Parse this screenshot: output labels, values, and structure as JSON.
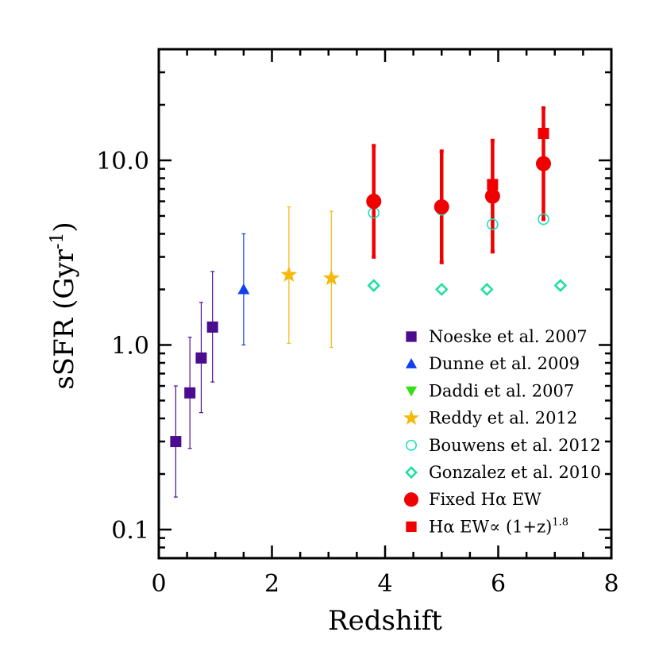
{
  "chart_data": {
    "type": "scatter",
    "xlabel": "Redshift",
    "ylabel_main": "sSFR (Gyr",
    "ylabel_sup": "-1",
    "ylabel_close": ")",
    "xlim": [
      0,
      8
    ],
    "ylim": [
      0.07,
      40
    ],
    "yscale": "log",
    "x_ticks": [
      0,
      2,
      4,
      6,
      8
    ],
    "x_tick_labels": [
      "0",
      "2",
      "4",
      "6",
      "8"
    ],
    "y_ticks": [
      0.1,
      1.0,
      10.0
    ],
    "y_tick_labels": [
      "0.1",
      "1.0",
      "10.0"
    ],
    "grid": false,
    "legend_position": "bottom-right",
    "series": [
      {
        "name": "Noeske et al. 2007",
        "marker": "square",
        "color": "#4B0C8F",
        "points": [
          {
            "x": 0.3,
            "y": 0.3,
            "ylow": 0.15,
            "yhigh": 0.6
          },
          {
            "x": 0.55,
            "y": 0.55,
            "ylow": 0.275,
            "yhigh": 1.1
          },
          {
            "x": 0.75,
            "y": 0.85,
            "ylow": 0.43,
            "yhigh": 1.7
          },
          {
            "x": 0.95,
            "y": 1.25,
            "ylow": 0.63,
            "yhigh": 2.5
          }
        ]
      },
      {
        "name": "Dunne et al. 2009",
        "marker": "triangle-up",
        "color": "#1040F0",
        "points": [
          {
            "x": 1.5,
            "y": 2.0,
            "ylow": 1.0,
            "yhigh": 4.0
          }
        ]
      },
      {
        "name": "Daddi et al. 2007",
        "marker": "triangle-down",
        "color": "#33E014",
        "points": []
      },
      {
        "name": "Reddy et al. 2012",
        "marker": "star",
        "color": "#F5B90D",
        "points": [
          {
            "x": 2.3,
            "y": 2.4,
            "ylow": 1.02,
            "yhigh": 5.6
          },
          {
            "x": 3.05,
            "y": 2.3,
            "ylow": 0.97,
            "yhigh": 5.3
          }
        ]
      },
      {
        "name": "Bouwens et al. 2012",
        "marker": "open-circle",
        "color": "#19E0C0",
        "points": [
          {
            "x": 3.8,
            "y": 5.2
          },
          {
            "x": 5.0,
            "y": 5.4
          },
          {
            "x": 5.9,
            "y": 4.5
          },
          {
            "x": 6.8,
            "y": 4.8
          }
        ]
      },
      {
        "name": "Gonzalez et al. 2010",
        "marker": "open-diamond",
        "color": "#19E0A0",
        "points": [
          {
            "x": 3.8,
            "y": 2.1
          },
          {
            "x": 5.0,
            "y": 2.0
          },
          {
            "x": 5.8,
            "y": 2.0
          },
          {
            "x": 7.1,
            "y": 2.1
          }
        ]
      },
      {
        "name": "Fixed Hα EW",
        "marker": "circle",
        "color": "#F00000",
        "points": [
          {
            "x": 3.8,
            "y": 6.0,
            "ylow": 3.0,
            "yhigh": 12.0
          },
          {
            "x": 5.0,
            "y": 5.6,
            "ylow": 2.8,
            "yhigh": 11.2
          },
          {
            "x": 5.9,
            "y": 6.4,
            "ylow": 3.2,
            "yhigh": 12.8
          },
          {
            "x": 6.8,
            "y": 9.6,
            "ylow": 4.8,
            "yhigh": 19.2
          }
        ]
      },
      {
        "name": "Hα EW∝ (1+z)",
        "name_sup": "1.8",
        "marker": "square",
        "color": "#F00000",
        "points": [
          {
            "x": 5.9,
            "y": 7.4
          },
          {
            "x": 6.8,
            "y": 14.0
          }
        ]
      }
    ]
  }
}
